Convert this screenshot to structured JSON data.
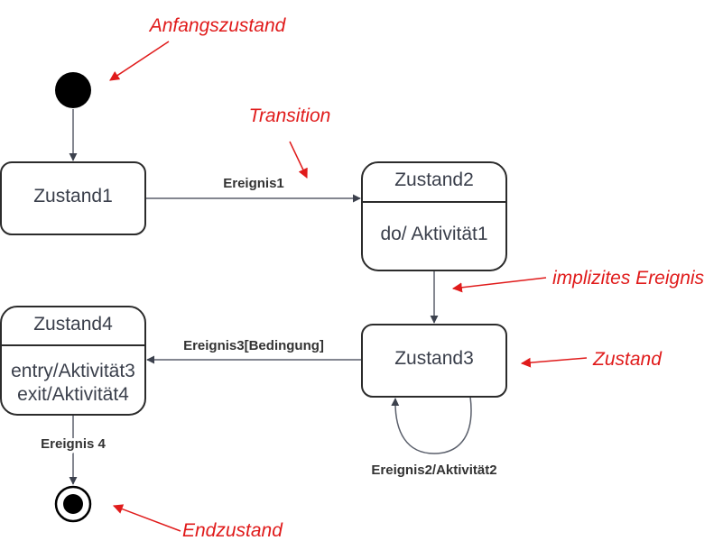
{
  "states": {
    "zustand1": {
      "name": "Zustand1"
    },
    "zustand2": {
      "name": "Zustand2",
      "activity": "do/ Aktivität1"
    },
    "zustand3": {
      "name": "Zustand3"
    },
    "zustand4": {
      "name": "Zustand4",
      "entry": "entry/Aktivität3",
      "exit": "exit/Aktivität4"
    }
  },
  "transitions": {
    "t1": "Ereignis1",
    "t3": "Ereignis3[Bedingung]",
    "self": "Ereignis2/Aktivität2",
    "t4": "Ereignis 4"
  },
  "annotations": {
    "initial": "Anfangszustand",
    "transition": "Transition",
    "implicit": "implizites Ereignis",
    "state": "Zustand",
    "final": "Endzustand"
  },
  "colors": {
    "annotation": "#e01b1b",
    "state_border": "#2b2b2b",
    "edge": "#5a5f6b"
  }
}
